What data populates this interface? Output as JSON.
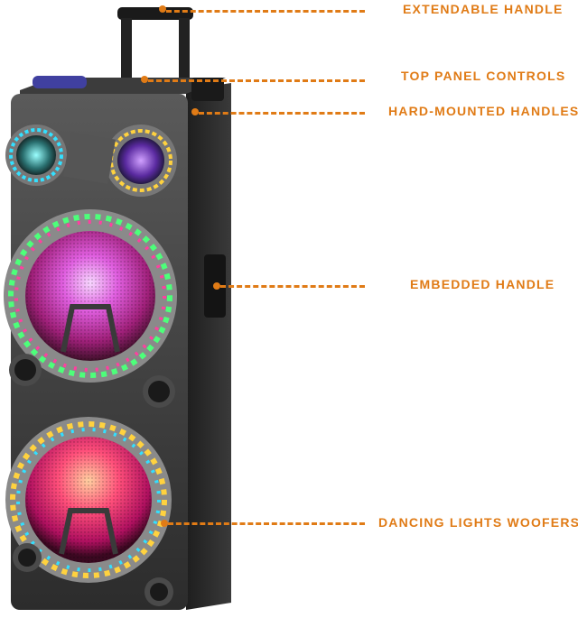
{
  "image": {
    "subject": "portable-tower-speaker",
    "accent_color": "#e07b16",
    "cabinet_color": "#2a2a2a",
    "light_colors": [
      "#ff3fa0",
      "#b23dff",
      "#33e0ff",
      "#ffd23f",
      "#4dff7a"
    ]
  },
  "callouts": [
    {
      "id": "extendable-handle",
      "label": "EXTENDABLE HANDLE"
    },
    {
      "id": "top-panel-controls",
      "label": "TOP PANEL CONTROLS"
    },
    {
      "id": "hard-mounted-handles",
      "label": "HARD-MOUNTED HANDLES"
    },
    {
      "id": "embedded-handle",
      "label": "EMBEDDED HANDLE"
    },
    {
      "id": "dancing-lights-woofers",
      "label": "DANCING LIGHTS WOOFERS"
    }
  ]
}
